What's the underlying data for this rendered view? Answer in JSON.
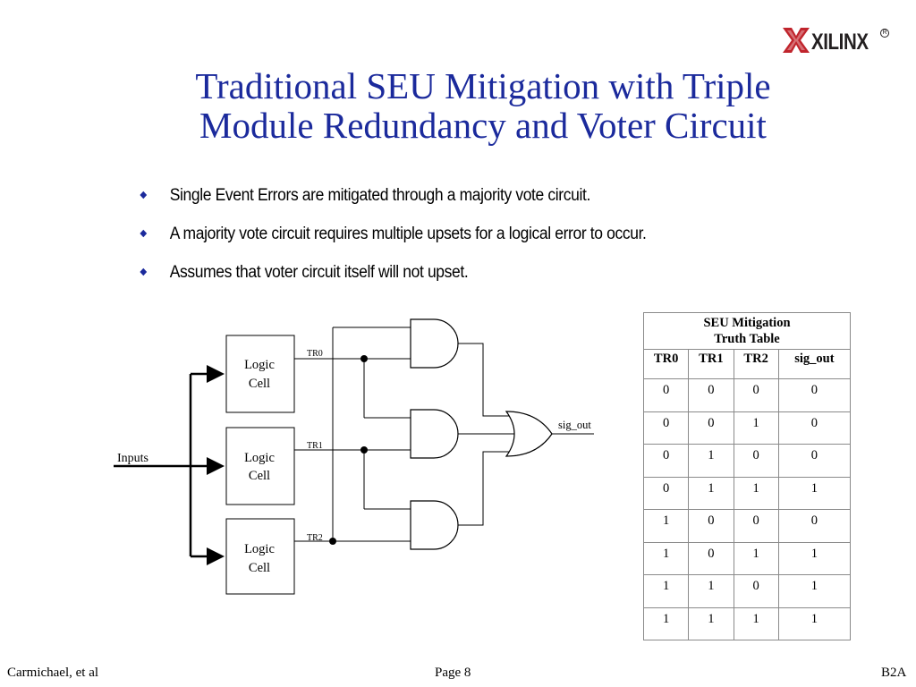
{
  "logo": {
    "text": "XILINX",
    "icon": "xilinx-logo-icon"
  },
  "title": {
    "line1": "Traditional SEU Mitigation with Triple",
    "line2": "Module Redundancy and Voter Circuit"
  },
  "bullets": [
    "Single Event Errors are mitigated through a majority vote circuit.",
    "A majority vote circuit requires multiple upsets for a logical error to occur.",
    "Assumes that voter circuit itself will not upset."
  ],
  "diagram": {
    "inputs_label": "Inputs",
    "cells": [
      {
        "line1": "Logic",
        "line2": "Cell"
      },
      {
        "line1": "Logic",
        "line2": "Cell"
      },
      {
        "line1": "Logic",
        "line2": "Cell"
      }
    ],
    "signals": [
      "TR0",
      "TR1",
      "TR2"
    ],
    "output_label": "sig_out"
  },
  "truth_table": {
    "caption_line1": "SEU Mitigation",
    "caption_line2": "Truth Table",
    "headers": [
      "TR0",
      "TR1",
      "TR2",
      "sig_out"
    ],
    "rows": [
      [
        "0",
        "0",
        "0",
        "0"
      ],
      [
        "0",
        "0",
        "1",
        "0"
      ],
      [
        "0",
        "1",
        "0",
        "0"
      ],
      [
        "0",
        "1",
        "1",
        "1"
      ],
      [
        "1",
        "0",
        "0",
        "0"
      ],
      [
        "1",
        "0",
        "1",
        "1"
      ],
      [
        "1",
        "1",
        "0",
        "1"
      ],
      [
        "1",
        "1",
        "1",
        "1"
      ]
    ]
  },
  "colors": {
    "title": "#1b2a9c",
    "bullet": "#1b2a9c",
    "logo_red": "#c0242c"
  },
  "footer": {
    "left": "Carmichael, et al",
    "center": "Page 8",
    "right": "B2A"
  }
}
